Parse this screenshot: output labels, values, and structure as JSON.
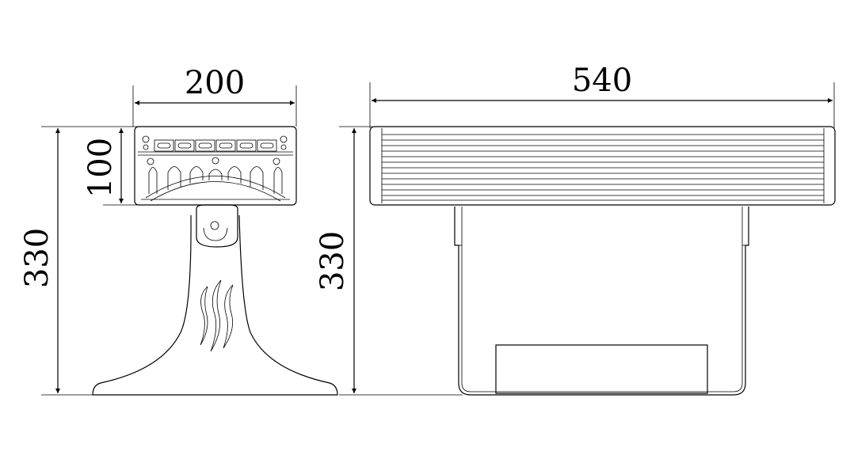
{
  "dimensions": {
    "side_width": "200",
    "side_head_height": "100",
    "side_total_height": "330",
    "front_width": "540",
    "front_total_height": "330"
  }
}
